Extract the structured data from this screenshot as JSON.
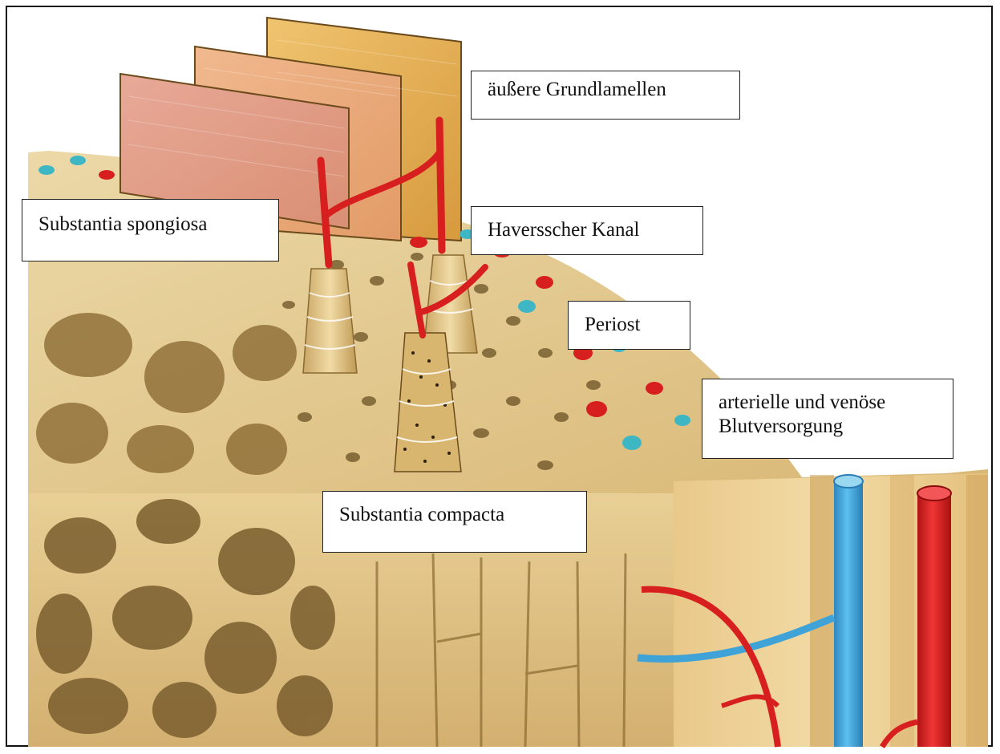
{
  "labels": {
    "grundlamellen": "äußere Grundlamellen",
    "spongiosa": "Substantia spongiosa",
    "havers": "Haversscher Kanal",
    "periost": "Periost",
    "blut_line1": "arterielle und venöse",
    "blut_line2": "Blutversorgung",
    "compacta": "Substantia compacta"
  },
  "colors": {
    "bone": "#e6cd92",
    "bone_dark": "#9c7a3c",
    "artery": "#d81f1f",
    "vein": "#3fa3d8",
    "lamella_pink": "#e3a48c",
    "lamella_gold": "#d9a253"
  }
}
